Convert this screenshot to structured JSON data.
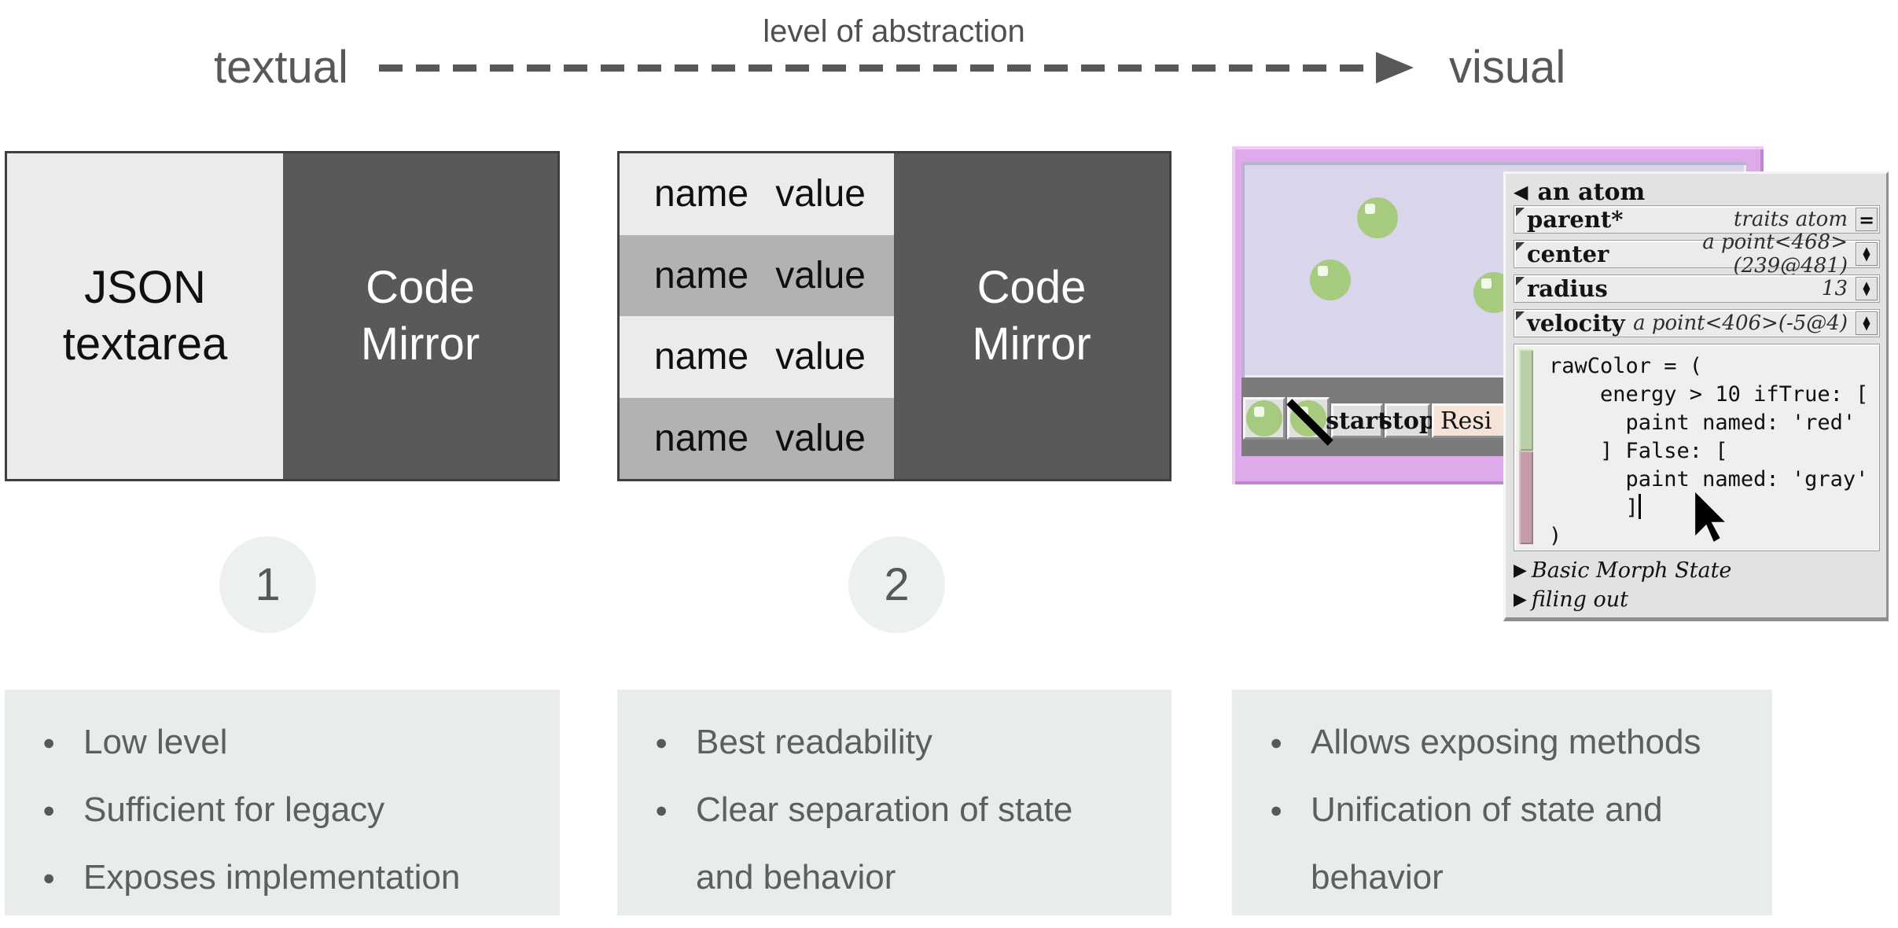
{
  "header": {
    "left_label": "textual",
    "arrow_label": "level of abstraction",
    "right_label": "visual"
  },
  "options": [
    {
      "badge": "1",
      "panel": {
        "left_title": "JSON textarea",
        "right_title": "Code Mirror"
      },
      "bullets": [
        "Low level",
        "Sufficient for legacy",
        "Exposes implementation"
      ]
    },
    {
      "badge": "2",
      "panel": {
        "right_title": "Code Mirror"
      },
      "table_rows": [
        {
          "name": "name",
          "value": "value"
        },
        {
          "name": "name",
          "value": "value"
        },
        {
          "name": "name",
          "value": "value"
        },
        {
          "name": "name",
          "value": "value"
        }
      ],
      "bullets": [
        "Best readability",
        "Clear separation of state and behavior"
      ]
    },
    {
      "bullets": [
        "Allows exposing methods",
        "Unification of state and behavior"
      ]
    }
  ],
  "squeak": {
    "window_title": "an atom",
    "collapse_icon": "◀",
    "properties": [
      {
        "label": "parent*",
        "value": "traits atom",
        "button": "="
      },
      {
        "label": "center",
        "value": "a point<468>(239@481)",
        "button": "stepper"
      },
      {
        "label": "radius",
        "value": "13",
        "button": "stepper"
      },
      {
        "label": "velocity",
        "value": "a point<406>(-5@4)",
        "button": "stepper"
      }
    ],
    "stepper_up": "▲",
    "stepper_down": "▼",
    "code_lines": [
      "rawColor = (",
      "    energy > 10 ifTrue: [",
      "      paint named: 'red'",
      "    ] False: [",
      "      paint named: 'gray'",
      "      ]",
      ")"
    ],
    "disclosures": [
      "Basic Morph State",
      "filing out"
    ],
    "disclosure_icon": "▶",
    "toolbar": {
      "start": "start",
      "stop": "stop",
      "resize": "Resi"
    }
  },
  "colors": {
    "text_gray": "#58585a",
    "panel_light": "#e9eceb",
    "panel_dark": "#595959",
    "table_alt_gray": "#b2b2b2",
    "bullet_box": "#e8eceb",
    "frame_purple": "#dfaaec",
    "sim_lavender": "#d9d6ec",
    "toolbar_gray": "#7b7b7b",
    "atom_green": "#a7cb7e",
    "scrollbar_green": "#b9d0a6",
    "scrollbar_mauve": "#c59daa",
    "resize_button_pink": "#f5e3d8"
  }
}
